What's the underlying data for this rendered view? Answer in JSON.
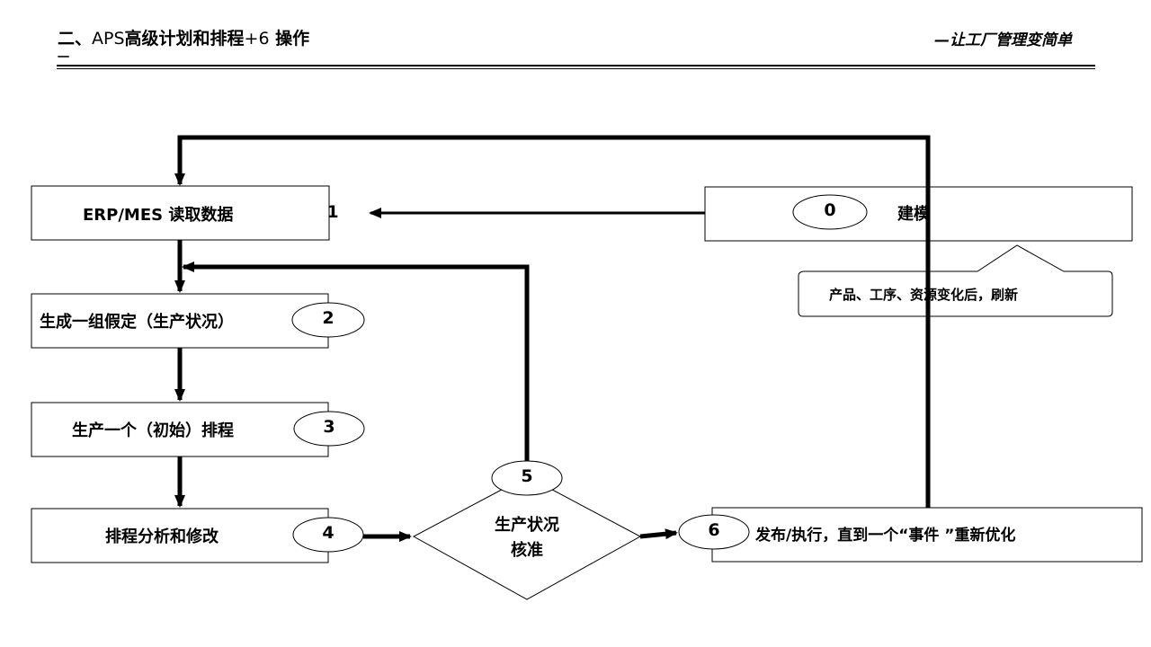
{
  "header": {
    "title_prefix": "二、",
    "title_aps": "APS",
    "title_cn": "高级计划和排程",
    "title_plus": "+6",
    "title_op": " 操作",
    "dash": "一",
    "slogan": "—让工厂管理变简单"
  },
  "flow": {
    "step1": {
      "label": "ERP/MES 读取数据",
      "num": "1"
    },
    "step0": {
      "label": "建模",
      "num": "0"
    },
    "note": "产品、工序、资源变化后，刷新",
    "step2": {
      "label": "生成一组假定（生产状况）",
      "num": "2"
    },
    "step3": {
      "label": "生产一个（初始）排程",
      "num": "3"
    },
    "step4": {
      "label": "排程分析和修改",
      "num": "4"
    },
    "step5": {
      "label_line1": "生产状况",
      "label_line2": "核准",
      "num": "5"
    },
    "step6": {
      "label": "发布/执行，直到一个“事件 ”重新优化",
      "num": "6"
    }
  }
}
